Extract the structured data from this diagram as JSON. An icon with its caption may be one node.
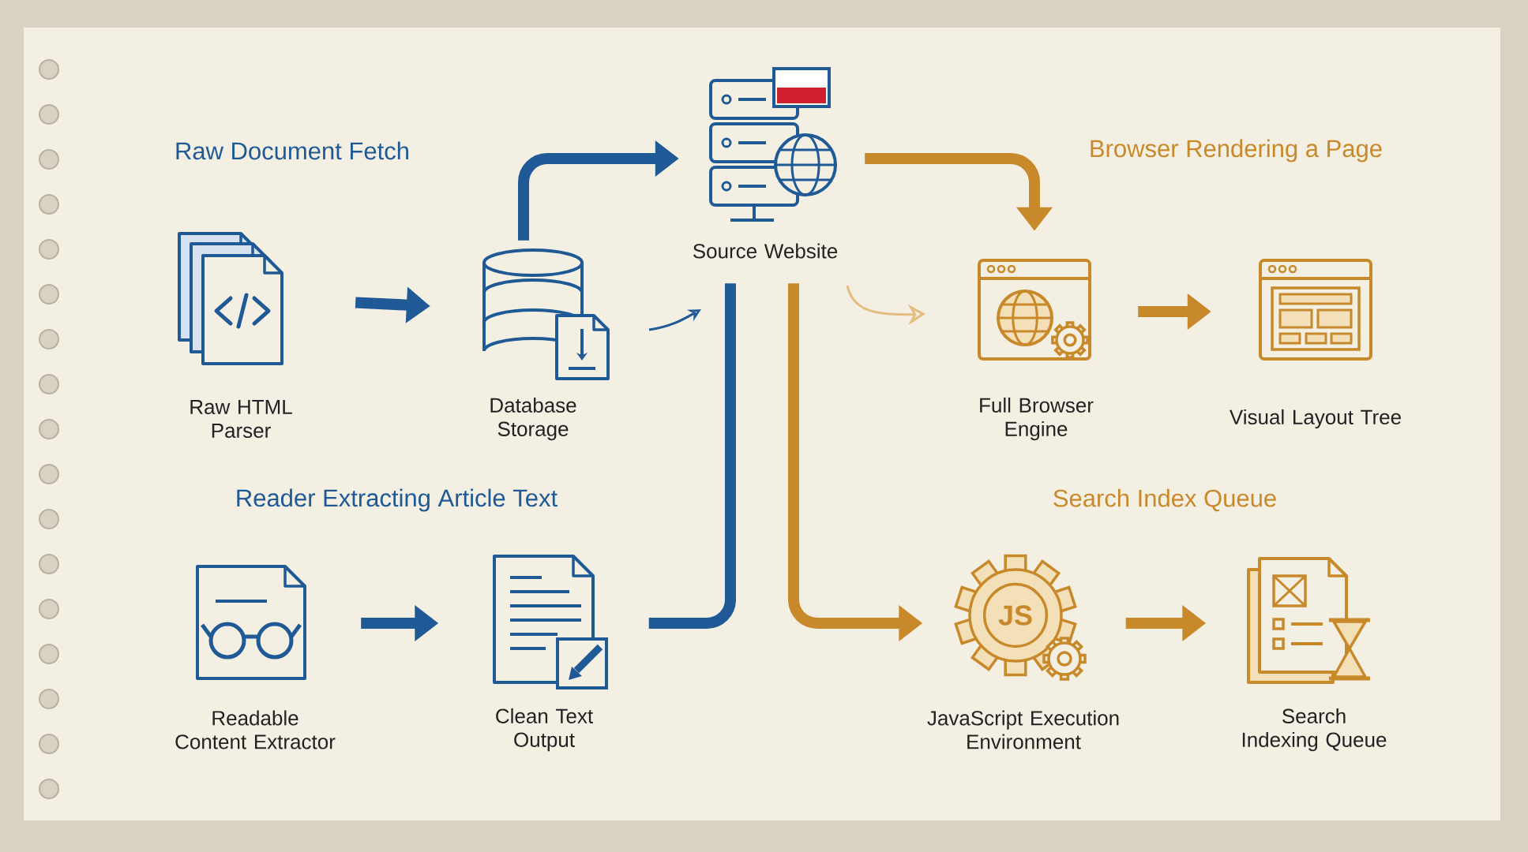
{
  "diagram": {
    "nodes": [
      {
        "text": [
          "Raw HTML Parser"
        ]
      },
      {
        "text": [
          "Database Storage"
        ]
      },
      {
        "text": [
          "Source Website"
        ]
      },
      {
        "text": [
          "Full Browser Engine"
        ]
      },
      {
        "text": [
          "Visual Layout Tree"
        ]
      },
      {
        "text": [
          "Readable Content Extractor"
        ]
      },
      {
        "text": [
          "Clean Text Output"
        ]
      },
      {
        "text": [
          "JavaScript Execution Environment"
        ]
      },
      {
        "text": [
          "Search Indexing Queue"
        ]
      }
    ],
    "edges": [
      {
        "from": 0,
        "to": 1,
        "arrow": "to",
        "color": "#1f5a96"
      },
      {
        "from": 1,
        "to": 2,
        "arrow": "to",
        "color": "#1f5a96"
      },
      {
        "from": 2,
        "to": 3,
        "arrow": "to",
        "color": "#c8892a"
      },
      {
        "from": 3,
        "to": 4,
        "arrow": "to",
        "color": "#c8892a"
      },
      {
        "from": 5,
        "to": 6,
        "arrow": "to",
        "color": "#1f5a96"
      },
      {
        "from": 6,
        "to": 2,
        "arrow": "none",
        "color": "#1f5a96"
      },
      {
        "from": 2,
        "to": 7,
        "arrow": "to",
        "color": "#c8892a"
      },
      {
        "from": 7,
        "to": 8,
        "arrow": "to",
        "color": "#c8892a"
      }
    ],
    "labels": [
      "Raw Document Fetch",
      "Browser Rendering a Page",
      "Reader Extracting Article Text",
      "Search Index Queue",
      "JS"
    ]
  }
}
